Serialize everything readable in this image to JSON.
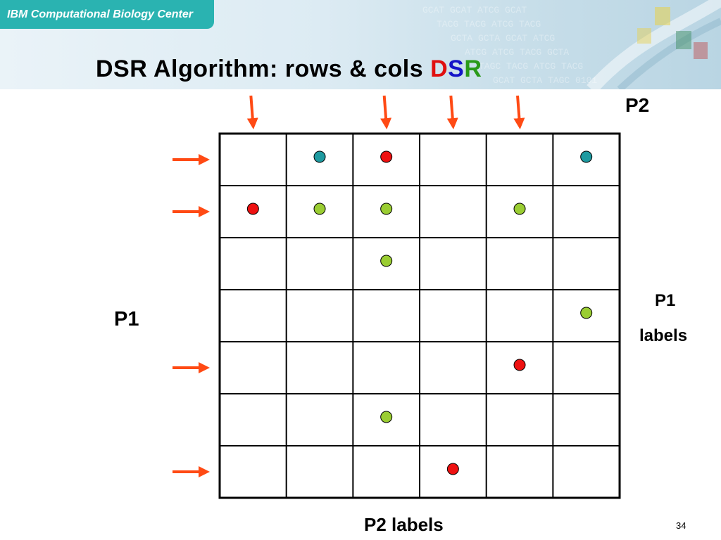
{
  "header": {
    "badge_text": "IBM Computational Biology Center"
  },
  "title": {
    "main": "DSR Algorithm: rows & cols ",
    "d": "D",
    "s": "S",
    "r": "R"
  },
  "labels": {
    "p2_top": "P2",
    "p1_left": "P1",
    "p1_labels_line1": "P1",
    "p1_labels_line2": "labels",
    "p2_labels": "P2 labels"
  },
  "page_number": "34",
  "colors": {
    "arrow": "#ff4a14",
    "dot_red": "#ee1111",
    "dot_teal": "#1e9aa0",
    "dot_green": "#9acd32",
    "grid": "#000000"
  },
  "grid": {
    "rows": 7,
    "cols": 6,
    "highlighted_rows": [
      1,
      2,
      5,
      7
    ],
    "highlighted_cols": [
      1,
      3,
      4,
      5
    ],
    "dots": [
      {
        "row": 1,
        "col": 2,
        "color": "teal"
      },
      {
        "row": 1,
        "col": 3,
        "color": "red"
      },
      {
        "row": 1,
        "col": 6,
        "color": "teal"
      },
      {
        "row": 2,
        "col": 1,
        "color": "red"
      },
      {
        "row": 2,
        "col": 2,
        "color": "green"
      },
      {
        "row": 2,
        "col": 3,
        "color": "green"
      },
      {
        "row": 2,
        "col": 5,
        "color": "green"
      },
      {
        "row": 3,
        "col": 3,
        "color": "green"
      },
      {
        "row": 4,
        "col": 6,
        "color": "green"
      },
      {
        "row": 5,
        "col": 5,
        "color": "red"
      },
      {
        "row": 6,
        "col": 3,
        "color": "green"
      },
      {
        "row": 7,
        "col": 4,
        "color": "red"
      }
    ]
  }
}
